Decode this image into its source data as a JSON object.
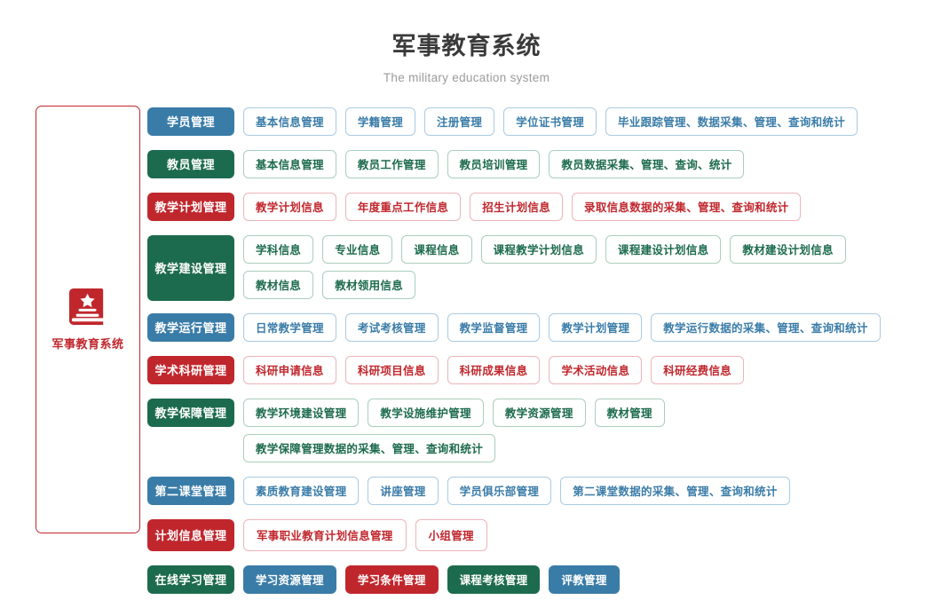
{
  "header": {
    "title": "军事教育系统",
    "subtitle": "The military education system"
  },
  "sidebar": {
    "icon": "military-book-icon",
    "label": "军事教育系统",
    "border_color": "#c0272d"
  },
  "palette": {
    "blue": "#3a7ca8",
    "green": "#1d6b4e",
    "red": "#c0272d",
    "blue_border": "#a9cbe3",
    "green_border": "#a9cfbc",
    "red_border": "#eeb4b7",
    "background": "#ffffff",
    "title_color": "#3a3a3a",
    "subtitle_color": "#9b9b9b"
  },
  "tree": {
    "rows": [
      {
        "label": "学员管理",
        "color": "blue",
        "children": [
          "基本信息管理",
          "学籍管理",
          "注册管理",
          "学位证书管理",
          "毕业跟踪管理、数据采集、管理、查询和统计"
        ]
      },
      {
        "label": "教员管理",
        "color": "green",
        "children": [
          "基本信息管理",
          "教员工作管理",
          "教员培训管理",
          "教员数据采集、管理、查询、统计"
        ]
      },
      {
        "label": "教学计划管理",
        "color": "red",
        "children": [
          "教学计划信息",
          "年度重点工作信息",
          "招生计划信息",
          "录取信息数据的采集、管理、查询和统计"
        ]
      },
      {
        "label": "教学建设管理",
        "color": "green",
        "tall": true,
        "children": [
          "学科信息",
          "专业信息",
          "课程信息",
          "课程教学计划信息",
          "课程建设计划信息",
          "教材建设计划信息",
          "教材信息",
          "教材领用信息"
        ]
      },
      {
        "label": "教学运行管理",
        "color": "blue",
        "children": [
          "日常教学管理",
          "考试考核管理",
          "教学监督管理",
          "教学计划管理",
          "教学运行数据的采集、管理、查询和统计"
        ]
      },
      {
        "label": "学术科研管理",
        "color": "red",
        "children": [
          "科研申请信息",
          "科研项目信息",
          "科研成果信息",
          "学术活动信息",
          "科研经费信息"
        ]
      },
      {
        "label": "教学保障管理",
        "color": "green",
        "children": [
          "教学环境建设管理",
          "教学设施维护管理",
          "教学资源管理",
          "教材管理",
          "教学保障管理数据的采集、管理、查询和统计"
        ]
      },
      {
        "label": "第二课堂管理",
        "color": "blue",
        "children": [
          "素质教育建设管理",
          "讲座管理",
          "学员俱乐部管理",
          "第二课堂数据的采集、管理、查询和统计"
        ]
      },
      {
        "label": "计划信息管理",
        "color": "red",
        "big": true,
        "children": [
          "军事职业教育计划信息管理",
          "小组管理"
        ]
      },
      {
        "label": "在线学习管理",
        "color": "green",
        "solid_children": true,
        "children": [
          {
            "text": "学习资源管理",
            "color": "blue"
          },
          {
            "text": "学习条件管理",
            "color": "red"
          },
          {
            "text": "课程考核管理",
            "color": "green"
          },
          {
            "text": "评教管理",
            "color": "blue"
          }
        ]
      }
    ]
  }
}
